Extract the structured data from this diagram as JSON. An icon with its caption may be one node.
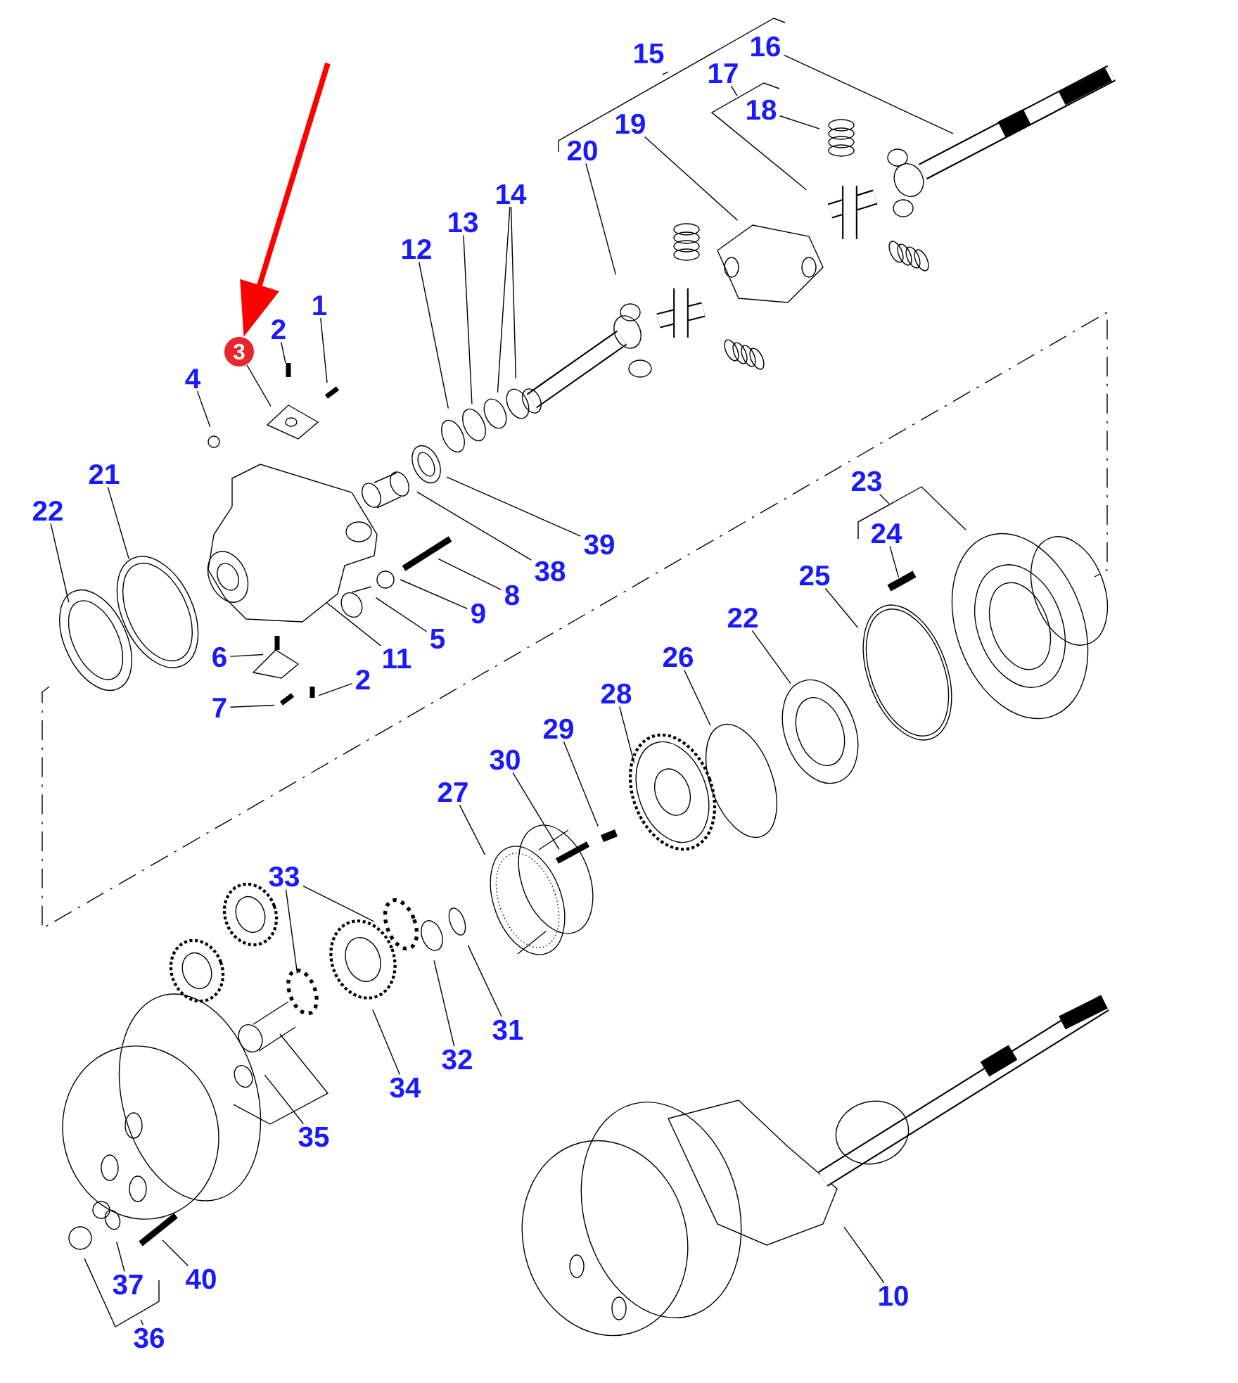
{
  "diagram": {
    "nodes": [
      {
        "text": [
          "16"
        ]
      },
      {
        "text": [
          "15"
        ]
      },
      {
        "text": [
          "17"
        ]
      },
      {
        "text": [
          "18"
        ]
      },
      {
        "text": [
          "19"
        ]
      },
      {
        "text": [
          "20"
        ]
      },
      {
        "text": [
          "14"
        ]
      },
      {
        "text": [
          "13"
        ]
      },
      {
        "text": [
          "12"
        ]
      },
      {
        "text": [
          "1"
        ]
      },
      {
        "text": [
          "2"
        ]
      },
      {
        "text": [
          "3"
        ]
      },
      {
        "text": [
          "4"
        ]
      },
      {
        "text": [
          "21"
        ]
      },
      {
        "text": [
          "23"
        ]
      },
      {
        "text": [
          "22"
        ]
      },
      {
        "text": [
          "24"
        ]
      },
      {
        "text": [
          "39"
        ]
      },
      {
        "text": [
          "38"
        ]
      },
      {
        "text": [
          "25"
        ]
      },
      {
        "text": [
          "8"
        ]
      },
      {
        "text": [
          "9"
        ]
      },
      {
        "text": [
          "22"
        ]
      },
      {
        "text": [
          "5"
        ]
      },
      {
        "text": [
          "6"
        ]
      },
      {
        "text": [
          "26"
        ]
      },
      {
        "text": [
          "11"
        ]
      },
      {
        "text": [
          "2"
        ]
      },
      {
        "text": [
          "28"
        ]
      },
      {
        "text": [
          "7"
        ]
      },
      {
        "text": [
          "29"
        ]
      },
      {
        "text": [
          "30"
        ]
      },
      {
        "text": [
          "27"
        ]
      },
      {
        "text": [
          "33"
        ]
      },
      {
        "text": [
          "31"
        ]
      },
      {
        "text": [
          "32"
        ]
      },
      {
        "text": [
          "34"
        ]
      },
      {
        "text": [
          "35"
        ]
      },
      {
        "text": [
          "40"
        ]
      },
      {
        "text": [
          "37"
        ]
      },
      {
        "text": [
          "10"
        ]
      },
      {
        "text": [
          "36"
        ]
      }
    ],
    "edges": [
      {
        "from": null,
        "to": 11,
        "arrow": "to",
        "style": "thick",
        "color": "#ff0000"
      },
      {
        "from": 0,
        "to": null,
        "arrow": "none"
      },
      {
        "from": 2,
        "to": null,
        "arrow": "none"
      },
      {
        "from": 3,
        "to": null,
        "arrow": "none"
      },
      {
        "from": 4,
        "to": null,
        "arrow": "none"
      },
      {
        "from": 5,
        "to": null,
        "arrow": "none"
      },
      {
        "from": 6,
        "to": null,
        "arrow": "none"
      },
      {
        "from": 6,
        "to": null,
        "arrow": "none"
      },
      {
        "from": 7,
        "to": null,
        "arrow": "none"
      },
      {
        "from": 8,
        "to": null,
        "arrow": "none"
      },
      {
        "from": 9,
        "to": null,
        "arrow": "none"
      },
      {
        "from": 10,
        "to": null,
        "arrow": "none"
      },
      {
        "from": 11,
        "to": null,
        "arrow": "none"
      },
      {
        "from": 12,
        "to": null,
        "arrow": "none"
      },
      {
        "from": 13,
        "to": null,
        "arrow": "none"
      },
      {
        "from": 14,
        "to": null,
        "arrow": "none"
      },
      {
        "from": 15,
        "to": null,
        "arrow": "none"
      },
      {
        "from": 16,
        "to": null,
        "arrow": "none"
      },
      {
        "from": 17,
        "to": null,
        "arrow": "none"
      },
      {
        "from": 18,
        "to": null,
        "arrow": "none"
      },
      {
        "from": 19,
        "to": null,
        "arrow": "none"
      },
      {
        "from": 20,
        "to": null,
        "arrow": "none"
      },
      {
        "from": 21,
        "to": null,
        "arrow": "none"
      },
      {
        "from": 22,
        "to": null,
        "arrow": "none"
      },
      {
        "from": 23,
        "to": null,
        "arrow": "none"
      },
      {
        "from": 24,
        "to": null,
        "arrow": "none"
      },
      {
        "from": 25,
        "to": null,
        "arrow": "none"
      },
      {
        "from": 26,
        "to": null,
        "arrow": "none"
      },
      {
        "from": 27,
        "to": null,
        "arrow": "none"
      },
      {
        "from": 28,
        "to": null,
        "arrow": "none"
      },
      {
        "from": 29,
        "to": null,
        "arrow": "none"
      },
      {
        "from": 30,
        "to": null,
        "arrow": "none"
      },
      {
        "from": 31,
        "to": null,
        "arrow": "none"
      },
      {
        "from": 32,
        "to": null,
        "arrow": "none"
      },
      {
        "from": 33,
        "to": null,
        "arrow": "none"
      },
      {
        "from": 33,
        "to": null,
        "arrow": "none"
      },
      {
        "from": 34,
        "to": null,
        "arrow": "none"
      },
      {
        "from": 35,
        "to": null,
        "arrow": "none"
      },
      {
        "from": 36,
        "to": null,
        "arrow": "none"
      },
      {
        "from": 37,
        "to": null,
        "arrow": "none"
      },
      {
        "from": 38,
        "to": null,
        "arrow": "none"
      },
      {
        "from": 39,
        "to": null,
        "arrow": "none"
      },
      {
        "from": 40,
        "to": null,
        "arrow": "none"
      },
      {
        "from": 41,
        "to": null,
        "arrow": "none"
      }
    ]
  }
}
